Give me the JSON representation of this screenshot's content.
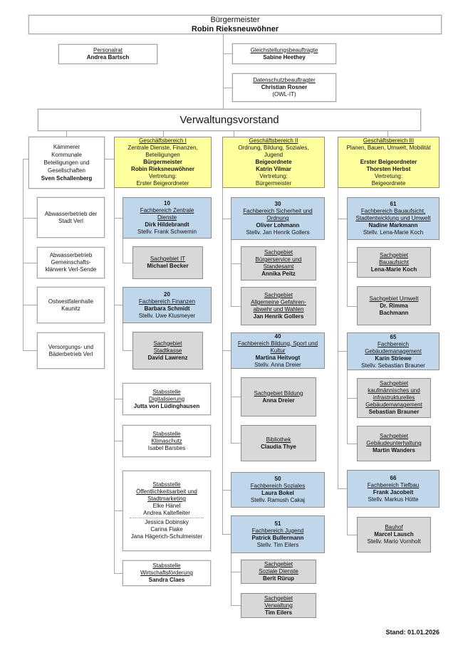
{
  "colors": {
    "yellow": "#FFFF9E",
    "blue": "#BFD6EB",
    "gray": "#D8D8D8",
    "box_border": "#8C8C8C",
    "line": "#A8A8A8"
  },
  "org": {
    "buergermeister": {
      "title": "Bürgermeister",
      "name": "Robin Rieksneuwöhner"
    },
    "personalrat": {
      "title": "Personalrat",
      "name": "Andrea Bartsch"
    },
    "gleichstellungsbeauftragte": {
      "title": "Gleichstellungsbeauftragte",
      "name": "Sabine Heethey"
    },
    "datenschutzbeauftragter": {
      "title": "Datenschutzbeauftragter",
      "name": "Christian Rosner",
      "org": "(OWL-IT)"
    },
    "verwaltungsvorstand": {
      "title": "Verwaltungsvorstand"
    },
    "kaemmerer": {
      "line1": "Kämmerer",
      "line2": "Kommunale",
      "line3": "Beteiligungen und",
      "line4": "Gesellschaften",
      "name": "Sven Schallenberg"
    },
    "betriebe": [
      {
        "line1": "Abwasserbetrieb der",
        "line2": "Stadt Verl"
      },
      {
        "line1": "Abwasserbetrieb",
        "line2": "Gemeinschafts-",
        "line3": "klärwerk Verl-Sende"
      },
      {
        "line1": "Ostwestfalenhalle",
        "line2": "Kaunitz"
      },
      {
        "line1": "Versorgungs- und",
        "line2": "Bäderbetrieb Verl"
      }
    ],
    "gb1": {
      "title": "Geschäftsbereich I",
      "desc1": "Zentrale Dienste, Finanzen,",
      "desc2": "Beteiligungen",
      "role": "Bürgermeister",
      "name": "Robin Rieksneuwöhner",
      "vertretung_label": "Vertretung:",
      "vertretung": "Erster Beigeordneter"
    },
    "gb2": {
      "title": "Geschäftsbereich II",
      "desc1": "Ordnung, Bildung, Soziales,",
      "desc2": "Jugend",
      "role": "Beigeordnete",
      "name": "Katrin Vilmar",
      "vertretung_label": "Vertretung:",
      "vertretung": "Bürgermeister"
    },
    "gb3": {
      "title": "Geschäftsbereich III",
      "desc1": "Planen, Bauen, Umwelt, Mobilität",
      "role": "Erster Beigeordneter",
      "name": "Thorsten Herbst",
      "vertretung_label": "Vertretung:",
      "vertretung": "Beigeordnete"
    },
    "fb10": {
      "num": "10",
      "title1": "Fachbereich Zentrale",
      "title2": "Dienste",
      "name": "Dirk Hildebrandt",
      "stellv": "Stellv. Frank Schwemin"
    },
    "sg_it": {
      "title1": "Sachgebiet IT",
      "name": "Michael Becker"
    },
    "fb20": {
      "num": "20",
      "title1": "Fachbereich Finanzen",
      "name": "Barbara Schmidt",
      "stellv": "Stellv. Uwe Klusmeyer"
    },
    "sg_stadtkasse": {
      "title1": "Sachgebiet",
      "title2": "Stadtkasse",
      "name": "David Lawrenz"
    },
    "st_digitalisierung": {
      "title1": "Stabsstelle",
      "title2": "Digitalisierung",
      "name": "Jutta von Lüdinghausen"
    },
    "st_klimaschutz": {
      "title1": "Stabsstelle",
      "title2": "Klimaschutz",
      "name": "Isabel Barsties"
    },
    "st_oeffentlichkeit": {
      "title1": "Stabsstelle",
      "title2": "Öffentlichkeitsarbeit und",
      "title3": "Stadtmarketing",
      "name1": "Elke Hänel",
      "name2": "Andrea Kaltefleiter",
      "name3": "Jessica Dobinsky",
      "name4": "Carina Flake",
      "name5": "Jana Hägerich-Schulmeister"
    },
    "st_wirtschaft": {
      "title1": "Stabsstelle",
      "title2": "Wirtschaftsförderung",
      "name": "Sandra Claes"
    },
    "fb30": {
      "num": "30",
      "title1": "Fachbereich Sicherheit und",
      "title2": "Ordnung",
      "name": "Oliver Lohmann",
      "stellv": "Stellv. Jan Henrik Gollers"
    },
    "sg_buergerservice": {
      "title1": "Sachgebiet",
      "title2": "Bürgerservice und",
      "title3": "Standesamt",
      "name": "Annika Peitz"
    },
    "sg_gefahrenabwehr": {
      "title1": "Sachgebiet",
      "title2": "Allgemeine Gefahren-",
      "title3": "abwehr und Wahlen",
      "name": "Jan Henrik Gollers"
    },
    "fb40": {
      "num": "40",
      "title1": "Fachbereich Bildung, Sport und",
      "title2": "Kultur",
      "name": "Martina Heitvogt",
      "stellv": "Stellv. Anna Dreier"
    },
    "sg_bildung": {
      "title1": "Sachgebiet Bildung",
      "name": "Anna Dreier"
    },
    "bibliothek": {
      "title1": "Bibliothek",
      "name": "Claudia Thye"
    },
    "fb50": {
      "num": "50",
      "title1": "Fachbereich Soziales",
      "name": "Laura Bokel",
      "stellv": "Stellv. Ramush Cakaj"
    },
    "fb51": {
      "num": "51",
      "title1": "Fachbereich Jugend",
      "name": "Patrick Bullermann",
      "stellv": "Stellv. Tim Eilers"
    },
    "sg_soziale_dienste": {
      "title1": "Sachgebiet",
      "title2": "Soziale Dienste",
      "name": "Berit Rürup"
    },
    "sg_verwaltung": {
      "title1": "Sachgebiet",
      "title2": "Verwaltung",
      "name": "Tim Eilers"
    },
    "fb61": {
      "num": "61",
      "title1": "Fachbereich Bauaufsicht,",
      "title2": "Stadtentwicklung und Umwelt",
      "name": "Nadine Markmann",
      "stellv": "Stellv. Lena-Marie Koch"
    },
    "sg_bauaufsicht": {
      "title1": "Sachgebiet",
      "title2": "Bauaufsicht",
      "name": "Lena-Marie Koch"
    },
    "sg_umwelt": {
      "title1": "Sachgebiet Umwelt",
      "name1": "Dr. Rimma",
      "name2": "Bachmann"
    },
    "fb65": {
      "num": "65",
      "title1": "Fachbereich",
      "title2": "Gebäudemanagement",
      "name": "Karin Striewe",
      "stellv": "Stellv. Sebastian Brauner"
    },
    "sg_kaufm_gebaeude": {
      "title1": "Sachgebiet",
      "title2": "kaufmännisches und",
      "title3": "infrastrukturelles",
      "title4": "Gebäudemanagement",
      "name": "Sebastian Brauner"
    },
    "sg_gebaeudeunterhaltung": {
      "title1": "Sachgebiet",
      "title2": "Gebäudeunterhaltung",
      "name": "Martin Wanders"
    },
    "fb66": {
      "num": "66",
      "title1": "Fachbereich Tiefbau",
      "name": "Frank Jacobeit",
      "stellv": "Stellv. Markus Hötte"
    },
    "bauhof": {
      "title1": "Bauhof",
      "name": "Marcel Lausch",
      "stellv": "Stellv. Mario Vornholt"
    }
  },
  "footer": {
    "stand": "Stand: 01.01.2026"
  }
}
